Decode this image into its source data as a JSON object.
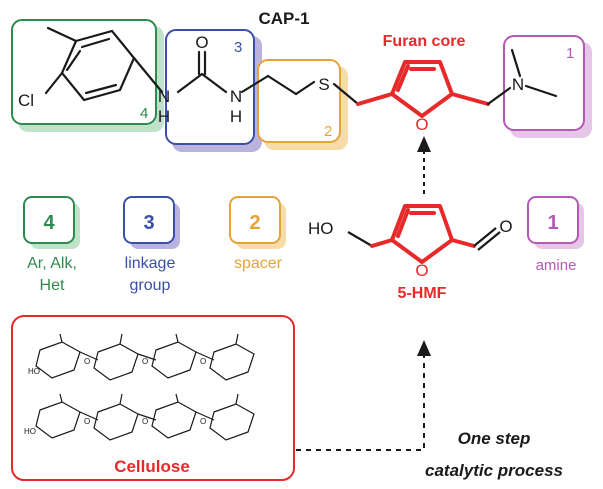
{
  "title": "CAP-1",
  "furan_core_label": "Furan core",
  "box_numbers": {
    "amine": "1",
    "spacer": "2",
    "linkage": "3",
    "aryl": "4"
  },
  "atoms": {
    "Cl": "Cl",
    "N": "N",
    "H": "H",
    "O": "O",
    "S": "S",
    "HO": "HO"
  },
  "legend": {
    "aryl": {
      "number": "4",
      "line1": "Ar, Alk,",
      "line2": "Het"
    },
    "linkage": {
      "number": "3",
      "line1": "linkage",
      "line2": "group"
    },
    "spacer": {
      "number": "2",
      "line1": "spacer"
    },
    "amine": {
      "number": "1",
      "line1": "amine"
    }
  },
  "hmf_label": "5-HMF",
  "cellulose_label": "Cellulose",
  "process_line1": "One step",
  "process_line2": "catalytic process",
  "colors": {
    "green": "#2e8b4f",
    "blue": "#3a4fa8",
    "orange": "#e8a23a",
    "purple": "#b45ab4",
    "red": "#e62a2a",
    "black": "#1a1a1a"
  }
}
